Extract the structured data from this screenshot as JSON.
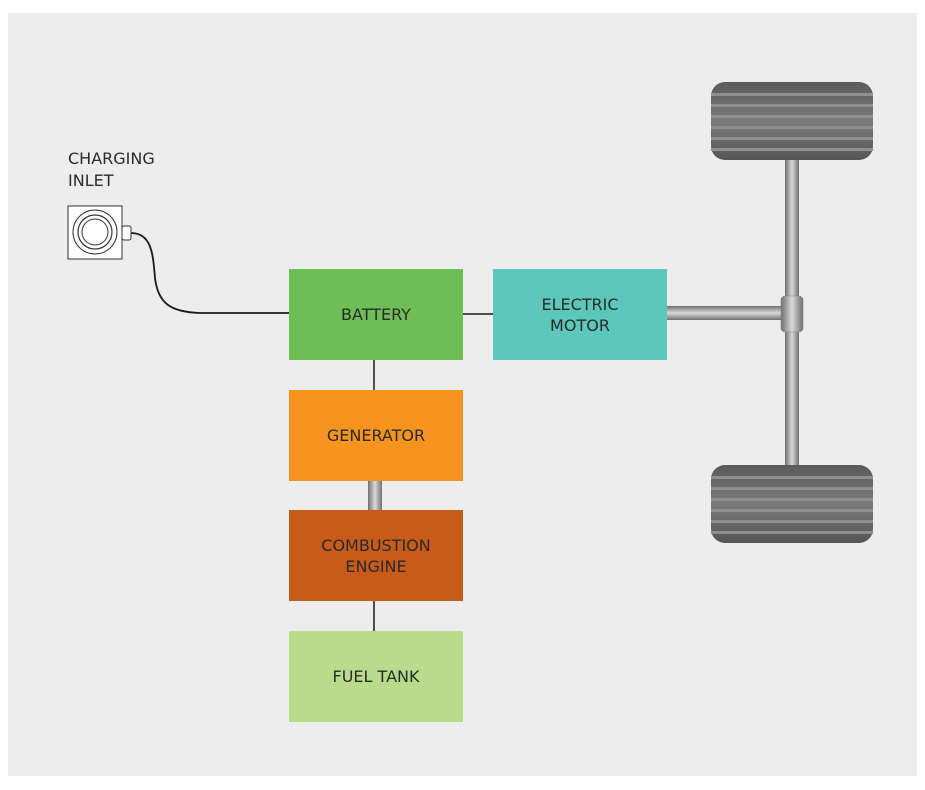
{
  "diagram": {
    "inlet_label": "CHARGING\nINLET",
    "components": {
      "battery": {
        "label": "BATTERY",
        "color": "#6dbf55"
      },
      "motor": {
        "label": "ELECTRIC\nMOTOR",
        "color": "#5bc8bb"
      },
      "generator": {
        "label": "GENERATOR",
        "color": "#f7941d"
      },
      "engine": {
        "label": "COMBUSTION\nENGINE",
        "color": "#c75b1a"
      },
      "tank": {
        "label": "FUEL TANK",
        "color": "#b8dc8c"
      }
    }
  }
}
